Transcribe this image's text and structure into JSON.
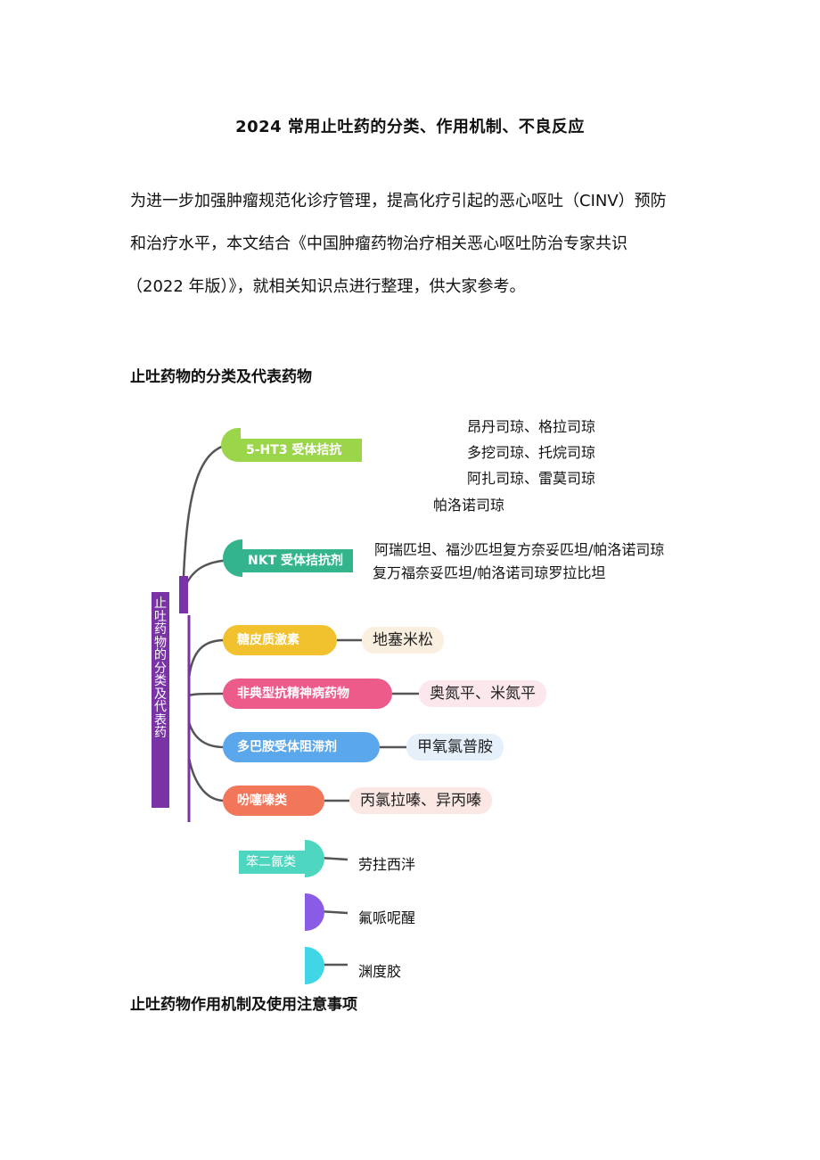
{
  "title": "2024 常用止吐药的分类、作用机制、不良反应",
  "intro": {
    "line1": "为进一步加强肿瘤规范化诊疗管理，提高化疗引起的恶心呕吐（CINV）预防",
    "line2": "和治疗水平，本文结合《中国肿瘤药物治疗相关恶心呕吐防治专家共识",
    "line3": "（2022 年版）》，就相关知识点进行整理，供大家参考。"
  },
  "section1_heading": "止吐药物的分类及代表药物",
  "section2_heading": "止吐药物作用机制及使用注意事项",
  "mindmap": {
    "root": "止吐药物的分类及代表药",
    "branches": [
      {
        "label": "5-HT3 受体拮抗",
        "color": "#9bd64a",
        "drugs": [
          "昂丹司琼、格拉司琼",
          "多挖司琼、托烷司琼",
          "阿扎司琼、雷莫司琼",
          "帕洛诺司琼"
        ]
      },
      {
        "label": "NKT 受体拮抗剂",
        "color": "#33b48c",
        "drugs": [
          "阿瑞匹坦、福沙匹坦复方奈妥匹坦/帕洛诺司琼",
          "复万福奈妥匹坦/帕洛诺司琼罗拉比坦"
        ]
      },
      {
        "label": "糖皮质激素",
        "color": "#f2c12e",
        "leaf": "地塞米松",
        "leaf_bg": "#fbf0e0"
      },
      {
        "label": "非典型抗精神病药物",
        "color": "#ec5b8a",
        "leaf": "奥氮平、米氮平",
        "leaf_bg": "#fbe7ec"
      },
      {
        "label": "多巴胺受体阻滞剂",
        "color": "#5aa7ec",
        "leaf": "甲氧氯普胺",
        "leaf_bg": "#e6f0fb"
      },
      {
        "label": "吩噻嗪类",
        "color": "#f2765a",
        "leaf": "丙氯拉嗪、异丙嗪",
        "leaf_bg": "#fbe8e4"
      },
      {
        "label": "笨二氤类",
        "color": "#4fd6c0",
        "leaf": "劳拄西泮",
        "fan_color": "#4fd6c0"
      },
      {
        "label": "",
        "leaf": "氟哌呢醒",
        "fan_color": "#8a5ce6"
      },
      {
        "label": "",
        "leaf": "渊度胶",
        "fan_color": "#40d6e6"
      }
    ]
  }
}
